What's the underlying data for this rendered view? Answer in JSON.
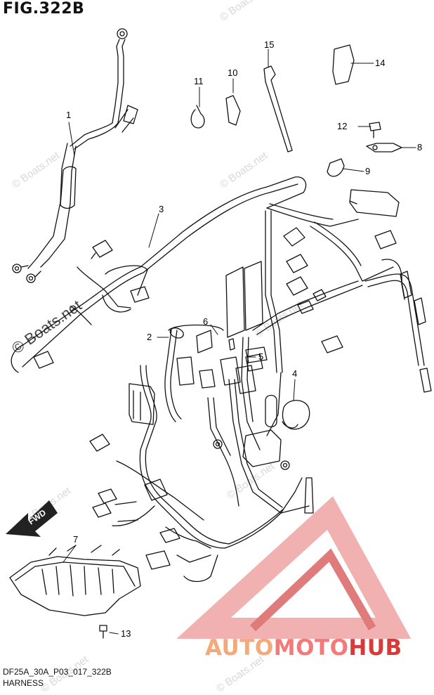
{
  "figure": {
    "title": "FIG.322B",
    "code": "DF25A_30A_P03_017_322B",
    "name": "HARNESS"
  },
  "watermark": {
    "text": "© Boats.net"
  },
  "brand": {
    "part1": "AUTO",
    "part2": "MOTO",
    "part3": "HUB",
    "colors": {
      "light": "#f4a97a",
      "mid": "#f47a7a",
      "dark": "#d83a3a"
    }
  },
  "direction_badge": {
    "text": "FWD"
  },
  "callouts": [
    {
      "id": "1"
    },
    {
      "id": "2"
    },
    {
      "id": "3"
    },
    {
      "id": "4"
    },
    {
      "id": "5"
    },
    {
      "id": "6"
    },
    {
      "id": "7"
    },
    {
      "id": "8"
    },
    {
      "id": "9"
    },
    {
      "id": "10"
    },
    {
      "id": "11"
    },
    {
      "id": "12"
    },
    {
      "id": "13"
    },
    {
      "id": "14"
    },
    {
      "id": "15"
    }
  ]
}
